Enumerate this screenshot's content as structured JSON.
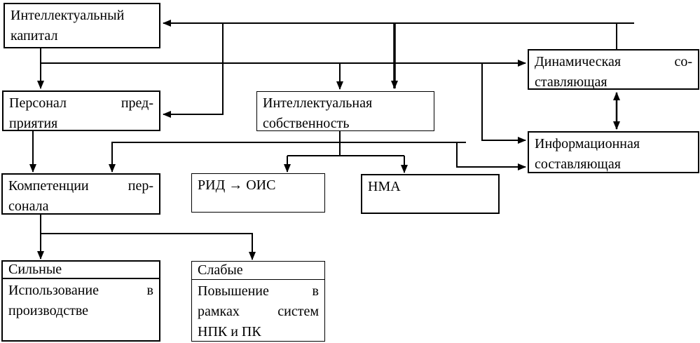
{
  "colors": {
    "line": "#000000",
    "background": "#ffffff",
    "text": "#000000"
  },
  "nodes": {
    "intellectual_capital": {
      "line1": "Интеллектуальный",
      "line2": "капитал"
    },
    "personnel": {
      "l1a": "Персонал",
      "l1b": "пред-",
      "line2": "приятия"
    },
    "intellectual_property": {
      "line1": "Интеллектуальная",
      "line2": "собственность"
    },
    "dynamic_component": {
      "l1a": "Динамическая",
      "l1b": "со-",
      "line2": "ставляющая"
    },
    "information_component": {
      "line1": "Информационная",
      "line2": "составляющая"
    },
    "competencies": {
      "l1a": "Компетенции",
      "l1b": "пер-",
      "line2": "сонала"
    },
    "rid_ois": {
      "label": "РИД → ОИС"
    },
    "nma": {
      "label": "НМА"
    },
    "strong": {
      "header": "Сильные",
      "l1a": "Использование",
      "l1b": "в",
      "line2": "производстве"
    },
    "weak": {
      "header": "Слабые",
      "l1a": "Повышение",
      "l1b": "в",
      "l2a": "рамках",
      "l2b": "систем",
      "line3": "НПК и ПК"
    }
  },
  "edges": [
    {
      "from": "right_rail",
      "to": "intellectual_capital",
      "arrow": "into left"
    },
    {
      "from": "intellectual_capital",
      "to": "personnel",
      "arrow": "down"
    },
    {
      "from": "intellectual_capital",
      "to": "intellectual_property",
      "arrow": "down",
      "style": "thick"
    },
    {
      "from": "intellectual_capital",
      "to": "intellectual_property",
      "arrow": "down",
      "style": "thin"
    },
    {
      "from": "intellectual_capital",
      "to": "dynamic_component",
      "arrow": "right"
    },
    {
      "from": "top_rail",
      "to": "dynamic_component",
      "arrow": "none"
    },
    {
      "from": "top_rail",
      "to": "personnel",
      "arrow": "into right edge"
    },
    {
      "from": "main_rail",
      "to": "information_component",
      "arrow": "right"
    },
    {
      "from": "dynamic_component",
      "to": "information_component",
      "arrow": "both"
    },
    {
      "from": "personnel",
      "to": "competencies",
      "arrow": "down"
    },
    {
      "from": "intellectual_property",
      "to": "competencies",
      "arrow": "down"
    },
    {
      "from": "intellectual_property",
      "to": "information_component",
      "arrow": "right"
    },
    {
      "from": "intellectual_property",
      "to": "rid_ois",
      "arrow": "down"
    },
    {
      "from": "intellectual_property",
      "to": "nma",
      "arrow": "down"
    },
    {
      "from": "competencies",
      "to": "strong",
      "arrow": "down"
    },
    {
      "from": "competencies",
      "to": "weak",
      "arrow": "down"
    }
  ]
}
